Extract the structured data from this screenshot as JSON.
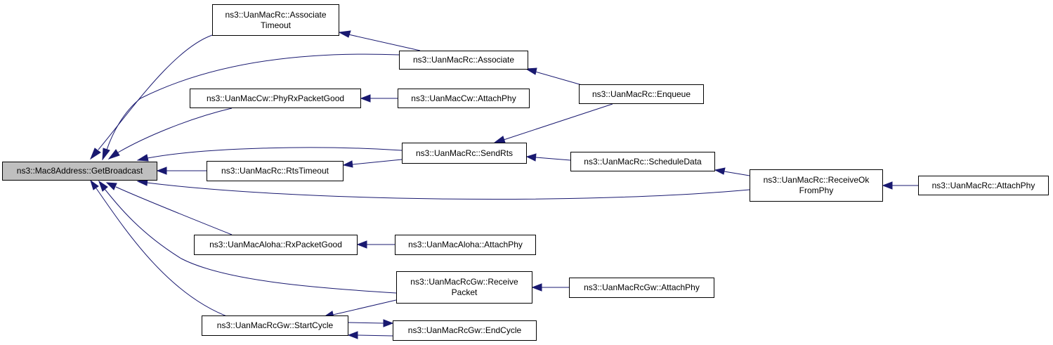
{
  "colors": {
    "edge": "#191970",
    "root_fill": "#bfbfbf",
    "node_fill": "#ffffff",
    "border": "#000000"
  },
  "nodes": {
    "root": {
      "line1": "ns3::Mac8Address::GetBroadcast"
    },
    "associate_timeout": {
      "line1": "ns3::UanMacRc::Associate",
      "line2": "Timeout"
    },
    "associate": {
      "line1": "ns3::UanMacRc::Associate"
    },
    "enqueue": {
      "line1": "ns3::UanMacRc::Enqueue"
    },
    "phy_rx_packet_good": {
      "line1": "ns3::UanMacCw::PhyRxPacketGood"
    },
    "cw_attach_phy": {
      "line1": "ns3::UanMacCw::AttachPhy"
    },
    "send_rts": {
      "line1": "ns3::UanMacRc::SendRts"
    },
    "rts_timeout": {
      "line1": "ns3::UanMacRc::RtsTimeout"
    },
    "schedule_data": {
      "line1": "ns3::UanMacRc::ScheduleData"
    },
    "receive_ok_from_phy": {
      "line1": "ns3::UanMacRc::ReceiveOk",
      "line2": "FromPhy"
    },
    "rc_attach_phy": {
      "line1": "ns3::UanMacRc::AttachPhy"
    },
    "rx_packet_good": {
      "line1": "ns3::UanMacAloha::RxPacketGood"
    },
    "aloha_attach_phy": {
      "line1": "ns3::UanMacAloha::AttachPhy"
    },
    "receive_packet": {
      "line1": "ns3::UanMacRcGw::Receive",
      "line2": "Packet"
    },
    "gw_attach_phy": {
      "line1": "ns3::UanMacRcGw::AttachPhy"
    },
    "start_cycle": {
      "line1": "ns3::UanMacRcGw::StartCycle"
    },
    "end_cycle": {
      "line1": "ns3::UanMacRcGw::EndCycle"
    }
  },
  "edges": [
    {
      "from": "associate_timeout",
      "to": "root"
    },
    {
      "from": "associate",
      "to": "root"
    },
    {
      "from": "associate",
      "to": "associate_timeout"
    },
    {
      "from": "enqueue",
      "to": "associate"
    },
    {
      "from": "phy_rx_packet_good",
      "to": "root"
    },
    {
      "from": "cw_attach_phy",
      "to": "phy_rx_packet_good"
    },
    {
      "from": "send_rts",
      "to": "root"
    },
    {
      "from": "enqueue",
      "to": "send_rts"
    },
    {
      "from": "rts_timeout",
      "to": "root"
    },
    {
      "from": "send_rts",
      "to": "rts_timeout"
    },
    {
      "from": "schedule_data",
      "to": "send_rts"
    },
    {
      "from": "receive_ok_from_phy",
      "to": "schedule_data"
    },
    {
      "from": "receive_ok_from_phy",
      "to": "root"
    },
    {
      "from": "rc_attach_phy",
      "to": "receive_ok_from_phy"
    },
    {
      "from": "rx_packet_good",
      "to": "root"
    },
    {
      "from": "aloha_attach_phy",
      "to": "rx_packet_good"
    },
    {
      "from": "receive_packet",
      "to": "root"
    },
    {
      "from": "gw_attach_phy",
      "to": "receive_packet"
    },
    {
      "from": "start_cycle",
      "to": "root"
    },
    {
      "from": "receive_packet",
      "to": "start_cycle"
    },
    {
      "from": "start_cycle",
      "to": "end_cycle"
    },
    {
      "from": "end_cycle",
      "to": "start_cycle"
    }
  ]
}
